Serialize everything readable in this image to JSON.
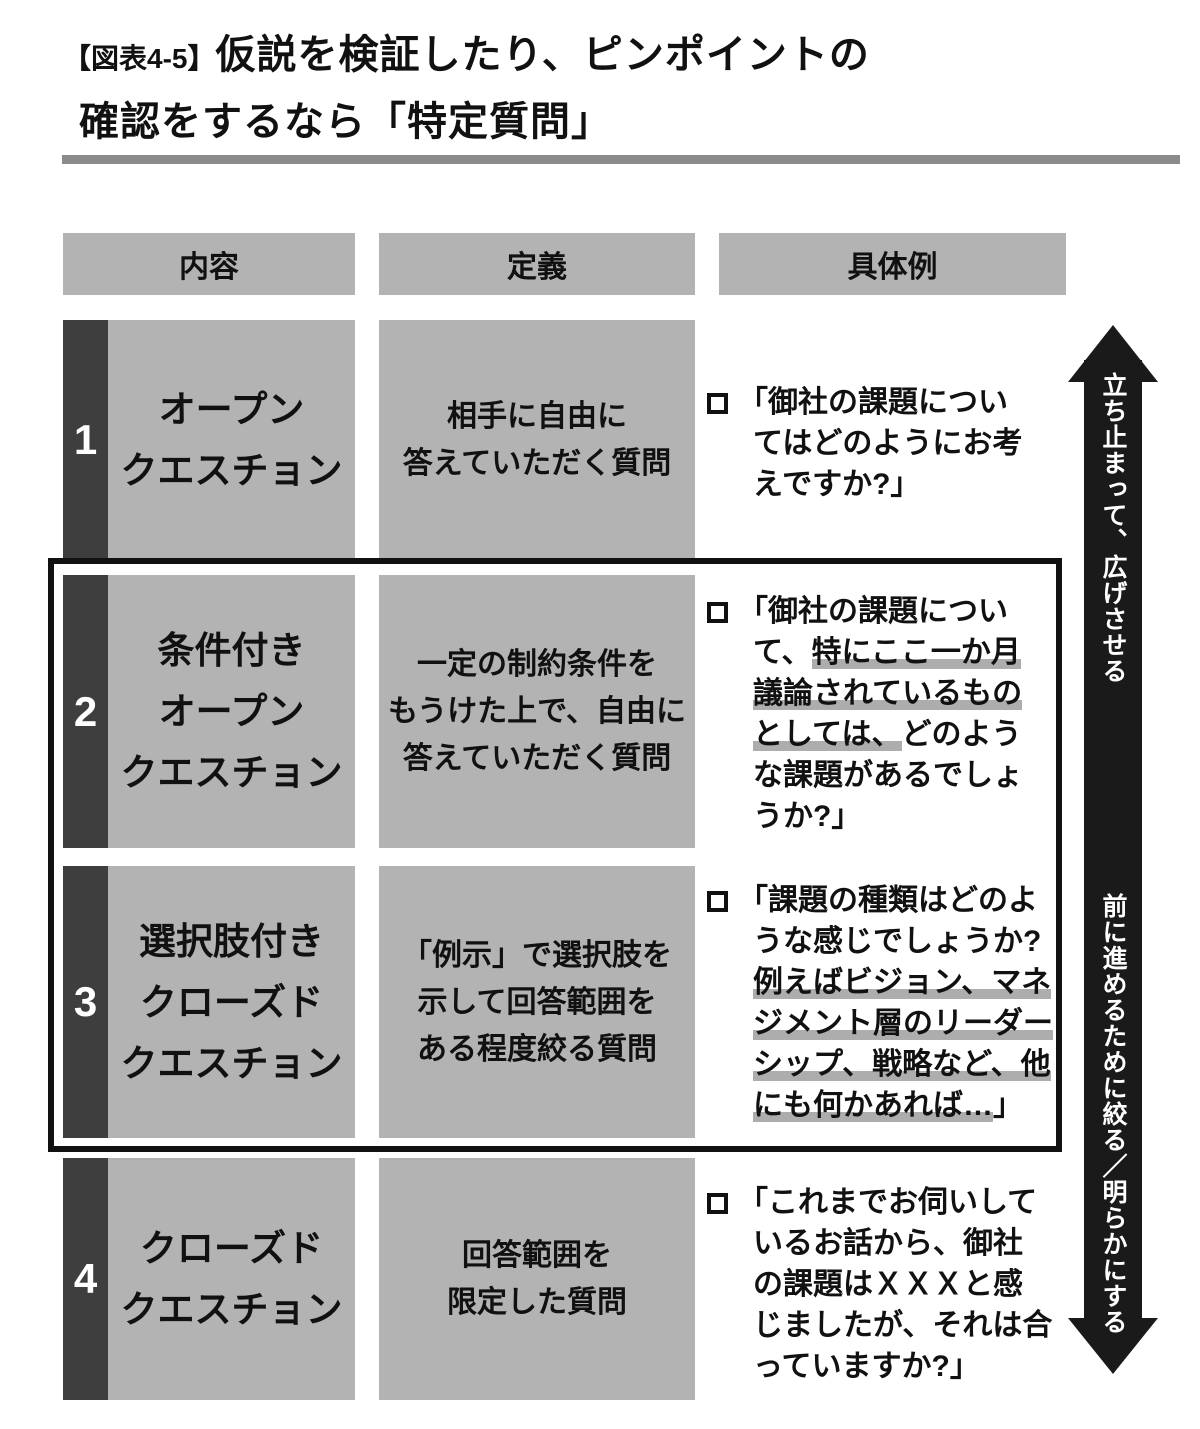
{
  "figure": {
    "tag": "【図表4-5】",
    "title_line1": "仮説を検証したり、ピンポイントの",
    "title_line2": "確認をするなら「特定質問」"
  },
  "table": {
    "headers": [
      "内容",
      "定義",
      "具体例"
    ],
    "rows": [
      {
        "num": "1",
        "name_lines": [
          "オープン",
          "クエスチョン"
        ],
        "definition_lines": [
          "相手に自由に",
          "答えていただく質問"
        ],
        "example_lines": [
          [
            {
              "t": "「御社の課題につい",
              "hl": false
            }
          ],
          [
            {
              "t": "てはどのようにお考",
              "hl": false
            }
          ],
          [
            {
              "t": "えですか?」",
              "hl": false
            }
          ]
        ]
      },
      {
        "num": "2",
        "name_lines": [
          "条件付き",
          "オープン",
          "クエスチョン"
        ],
        "definition_lines": [
          "一定の制約条件を",
          "もうけた上で、自由に",
          "答えていただく質問"
        ],
        "example_lines": [
          [
            {
              "t": "「御社の課題につい",
              "hl": false
            }
          ],
          [
            {
              "t": "て、",
              "hl": false
            },
            {
              "t": "特にここ一か月",
              "hl": true
            }
          ],
          [
            {
              "t": "議論されているもの",
              "hl": true
            }
          ],
          [
            {
              "t": "としては、",
              "hl": true
            },
            {
              "t": "どのよう",
              "hl": false
            }
          ],
          [
            {
              "t": "な課題があるでしょ",
              "hl": false
            }
          ],
          [
            {
              "t": "うか?」",
              "hl": false
            }
          ]
        ]
      },
      {
        "num": "3",
        "name_lines": [
          "選択肢付き",
          "クローズド",
          "クエスチョン"
        ],
        "definition_lines": [
          "「例示」で選択肢を",
          "示して回答範囲を",
          "ある程度絞る質問"
        ],
        "example_lines": [
          [
            {
              "t": "「課題の種類はどのよ",
              "hl": false
            }
          ],
          [
            {
              "t": "うな感じでしょうか?",
              "hl": false
            }
          ],
          [
            {
              "t": "例えばビジョン、マネ",
              "hl": true
            }
          ],
          [
            {
              "t": "ジメント層のリーダー",
              "hl": true
            }
          ],
          [
            {
              "t": "シップ、戦略など、他",
              "hl": true
            }
          ],
          [
            {
              "t": "にも何かあれば…",
              "hl": true
            },
            {
              "t": "」",
              "hl": false
            }
          ]
        ]
      },
      {
        "num": "4",
        "name_lines": [
          "クローズド",
          "クエスチョン"
        ],
        "definition_lines": [
          "回答範囲を",
          "限定した質問"
        ],
        "example_lines": [
          [
            {
              "t": "「これまでお伺いして",
              "hl": false
            }
          ],
          [
            {
              "t": "いるお話から、御社",
              "hl": false
            }
          ],
          [
            {
              "t": "の課題はＸＸＸと感",
              "hl": false
            }
          ],
          [
            {
              "t": "じましたが、それは合",
              "hl": false
            }
          ],
          [
            {
              "t": "っていますか?」",
              "hl": false
            }
          ]
        ]
      }
    ]
  },
  "arrow": {
    "up_label": "立ち止まって、広げさせる",
    "down_label": "前に進めるために絞る／明らかにする"
  },
  "colors": {
    "cell_gray": "#b3b3b3",
    "number_strip": "#3e3e3e",
    "highlight_gray": "#adadad",
    "arrow_black": "#1a1a1a",
    "rule_gray": "#8b8b8b"
  }
}
